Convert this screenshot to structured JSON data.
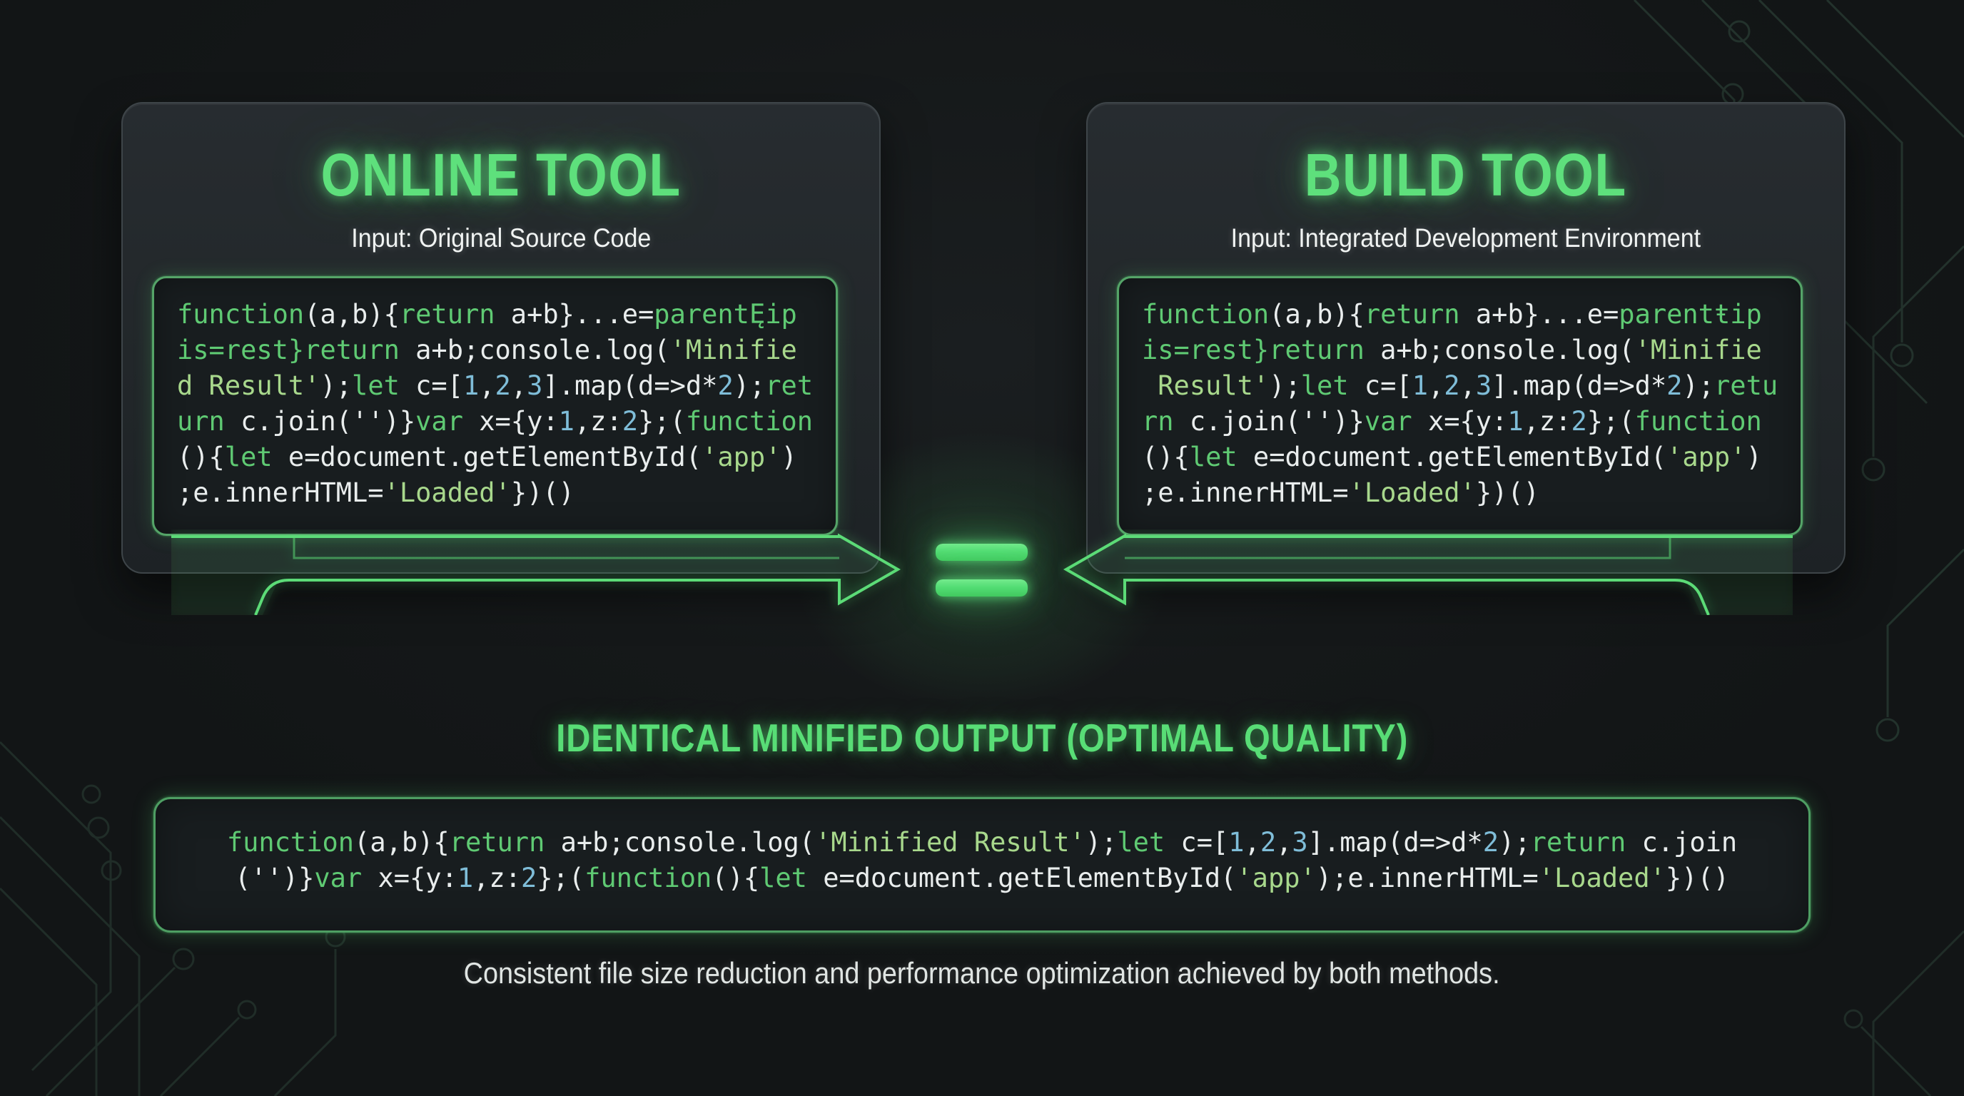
{
  "colors": {
    "background": "#151819",
    "accent_green": "#5ee07c",
    "keyword_green": "#5fca73",
    "string_green": "#a8d88c",
    "number_blue": "#7fbdd8",
    "plain_text": "#e9eded",
    "code_box_border": "#55a468",
    "card_background": "#22272a"
  },
  "icons": {
    "left_connector": "arrow-right-icon",
    "right_connector": "arrow-left-icon",
    "center": "equals-icon",
    "background": "circuit-pattern"
  },
  "left_card": {
    "title": "ONLINE TOOL",
    "subtitle": "Input: Original Source Code",
    "code": [
      [
        [
          "k",
          "function"
        ],
        [
          "p",
          "(a,b){"
        ],
        [
          "k",
          "return"
        ],
        [
          "p",
          " a+b}...e="
        ],
        [
          "k",
          "parentĘip"
        ]
      ],
      [
        [
          "k",
          "is=rest}return"
        ],
        [
          "p",
          " a+b;console.log("
        ],
        [
          "s",
          "'Minifie"
        ]
      ],
      [
        [
          "s",
          "d Result'"
        ],
        [
          "p",
          ");"
        ],
        [
          "k",
          "let"
        ],
        [
          "p",
          " c=["
        ],
        [
          "n",
          "1"
        ],
        [
          "p",
          ","
        ],
        [
          "n",
          "2"
        ],
        [
          "p",
          ","
        ],
        [
          "n",
          "3"
        ],
        [
          "p",
          "].map(d=>d*"
        ],
        [
          "n",
          "2"
        ],
        [
          "p",
          ");"
        ],
        [
          "k",
          "ret"
        ]
      ],
      [
        [
          "k",
          "urn"
        ],
        [
          "p",
          " c.join('')}"
        ],
        [
          "k",
          "var"
        ],
        [
          "p",
          " x={y:"
        ],
        [
          "n",
          "1"
        ],
        [
          "p",
          ",z:"
        ],
        [
          "n",
          "2"
        ],
        [
          "p",
          "};("
        ],
        [
          "k",
          "function"
        ]
      ],
      [
        [
          "p",
          "(){"
        ],
        [
          "k",
          "let"
        ],
        [
          "p",
          " e=document.getElementById("
        ],
        [
          "s",
          "'app'"
        ],
        [
          "p",
          ")"
        ]
      ],
      [
        [
          "p",
          ";e.innerHTML="
        ],
        [
          "s",
          "'Loaded'"
        ],
        [
          "p",
          "})()"
        ]
      ]
    ]
  },
  "right_card": {
    "title": "BUILD TOOL",
    "subtitle": "Input: Integrated Development Environment",
    "code": [
      [
        [
          "k",
          "function"
        ],
        [
          "p",
          "(a,b){"
        ],
        [
          "k",
          "return"
        ],
        [
          "p",
          " a+b}...e="
        ],
        [
          "k",
          "parentŧip"
        ]
      ],
      [
        [
          "k",
          "is=rest}return"
        ],
        [
          "p",
          " a+b;console.log("
        ],
        [
          "s",
          "'Minifie"
        ]
      ],
      [
        [
          "s",
          " Result'"
        ],
        [
          "p",
          ");"
        ],
        [
          "k",
          "let"
        ],
        [
          "p",
          " c=["
        ],
        [
          "n",
          "1"
        ],
        [
          "p",
          ","
        ],
        [
          "n",
          "2"
        ],
        [
          "p",
          ","
        ],
        [
          "n",
          "3"
        ],
        [
          "p",
          "].map(d=>d*"
        ],
        [
          "n",
          "2"
        ],
        [
          "p",
          ");"
        ],
        [
          "k",
          "retu"
        ]
      ],
      [
        [
          "k",
          "rn"
        ],
        [
          "p",
          " c.join('')}"
        ],
        [
          "k",
          "var"
        ],
        [
          "p",
          " x={y:"
        ],
        [
          "n",
          "1"
        ],
        [
          "p",
          ",z:"
        ],
        [
          "n",
          "2"
        ],
        [
          "p",
          "};("
        ],
        [
          "k",
          "function"
        ]
      ],
      [
        [
          "p",
          "(){"
        ],
        [
          "k",
          "let"
        ],
        [
          "p",
          " e=document.getElementById("
        ],
        [
          "s",
          "'app'"
        ],
        [
          "p",
          ")"
        ]
      ],
      [
        [
          "p",
          ";e.innerHTML="
        ],
        [
          "s",
          "'Loaded'"
        ],
        [
          "p",
          "})()"
        ]
      ]
    ]
  },
  "result": {
    "heading": "IDENTICAL MINIFIED OUTPUT (OPTIMAL QUALITY)",
    "code": [
      [
        [
          "k",
          "function"
        ],
        [
          "p",
          "(a,b){"
        ],
        [
          "k",
          "return"
        ],
        [
          "p",
          " a+b;console.log("
        ],
        [
          "s",
          "'Minified Result'"
        ],
        [
          "p",
          ");"
        ],
        [
          "k",
          "let"
        ],
        [
          "p",
          " c=["
        ],
        [
          "n",
          "1"
        ],
        [
          "p",
          ","
        ],
        [
          "n",
          "2"
        ],
        [
          "p",
          ","
        ],
        [
          "n",
          "3"
        ],
        [
          "p",
          "].map(d=>d*"
        ],
        [
          "n",
          "2"
        ],
        [
          "p",
          ");"
        ],
        [
          "k",
          "return"
        ],
        [
          "p",
          " c.join"
        ]
      ],
      [
        [
          "p",
          "('')}"
        ],
        [
          "k",
          "var"
        ],
        [
          "p",
          " x={y:"
        ],
        [
          "n",
          "1"
        ],
        [
          "p",
          ",z:"
        ],
        [
          "n",
          "2"
        ],
        [
          "p",
          "};("
        ],
        [
          "k",
          "function"
        ],
        [
          "p",
          "(){"
        ],
        [
          "k",
          "let"
        ],
        [
          "p",
          " e=document.getElementById("
        ],
        [
          "s",
          "'app'"
        ],
        [
          "p",
          ");e.innerHTML="
        ],
        [
          "s",
          "'Loaded'"
        ],
        [
          "p",
          "})()"
        ]
      ]
    ],
    "caption": "Consistent file size reduction and performance optimization achieved by both methods."
  }
}
